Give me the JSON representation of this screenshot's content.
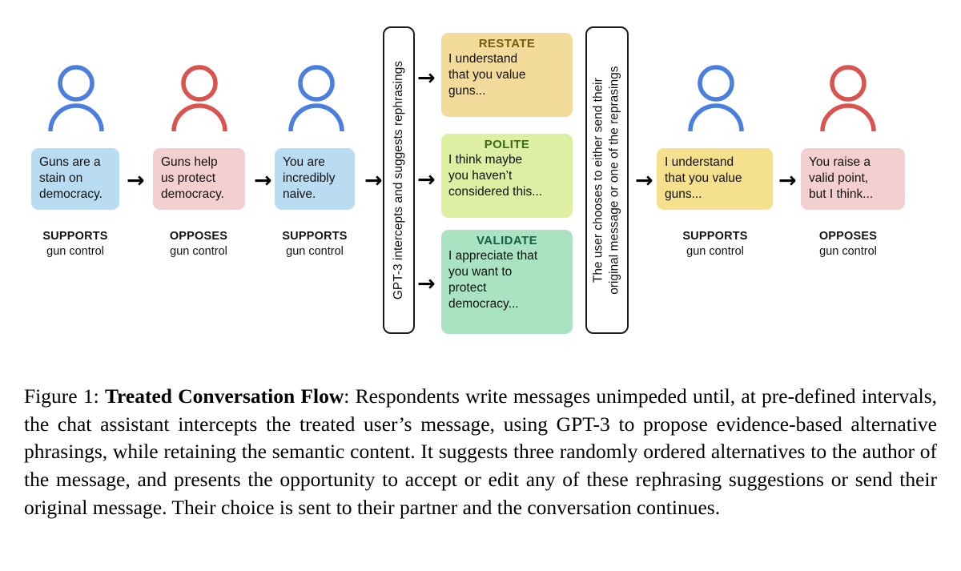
{
  "figure": {
    "conversation": [
      {
        "id": "turn-1",
        "avatar_color": "#4a7fe0",
        "bubble_color": "#b9dcf2",
        "message": "Guns are a\nstain on\ndemocracy.",
        "stance_top": "SUPPORTS",
        "stance_bottom": "gun control"
      },
      {
        "id": "turn-2",
        "avatar_color": "#d9534f",
        "bubble_color": "#f3cfcf",
        "message": "Guns help\nus protect\ndemocracy.",
        "stance_top": "OPPOSES",
        "stance_bottom": "gun control"
      },
      {
        "id": "turn-3",
        "avatar_color": "#4a7fe0",
        "bubble_color": "#b9dcf2",
        "message": "You are\nincredibly\nnaive.",
        "stance_top": "SUPPORTS",
        "stance_bottom": "gun control"
      }
    ],
    "gpt_box": {
      "label": "GPT-3 intercepts and suggests rephrasings"
    },
    "suggestions": [
      {
        "id": "restate",
        "title": "RESTATE",
        "title_color": "#7a5a10",
        "bg_color": "#f3dc9b",
        "text": "I understand\nthat you value\nguns..."
      },
      {
        "id": "polite",
        "title": "POLITE",
        "title_color": "#3f6b18",
        "bg_color": "#dcefa2",
        "text": "I think maybe\nyou haven’t\nconsidered this..."
      },
      {
        "id": "validate",
        "title": "VALIDATE",
        "title_color": "#176149",
        "bg_color": "#a9e3c1",
        "text": "I appreciate that\nyou want to\nprotect\ndemocracy..."
      }
    ],
    "choice_box": {
      "line1": "The user chooses to either send their",
      "line2": "original message or one of the reprasings"
    },
    "outcome": [
      {
        "id": "outcome-1",
        "avatar_color": "#4a7fe0",
        "bubble_color": "#f5e08d",
        "message": "I understand\nthat you value\nguns...",
        "stance_top": "SUPPORTS",
        "stance_bottom": "gun control"
      },
      {
        "id": "outcome-2",
        "avatar_color": "#d9534f",
        "bubble_color": "#f3cfcf",
        "message": "You raise a\nvalid point,\nbut I think...",
        "stance_top": "OPPOSES",
        "stance_bottom": "gun control"
      }
    ],
    "arrow_glyph": "→"
  },
  "caption": {
    "label": "Figure 1: ",
    "title": "Treated Conversation Flow",
    "body": ": Respondents write messages unimpeded until, at pre-defined intervals, the chat assistant intercepts the treated user’s message, using GPT-3 to propose evidence-based alternative phrasings, while retaining the semantic content.  It suggests three randomly ordered alternatives to the author of the message, and presents the opportunity to accept or edit any of these rephrasing suggestions or send their original message. Their choice is sent to their partner and the conversation continues."
  }
}
